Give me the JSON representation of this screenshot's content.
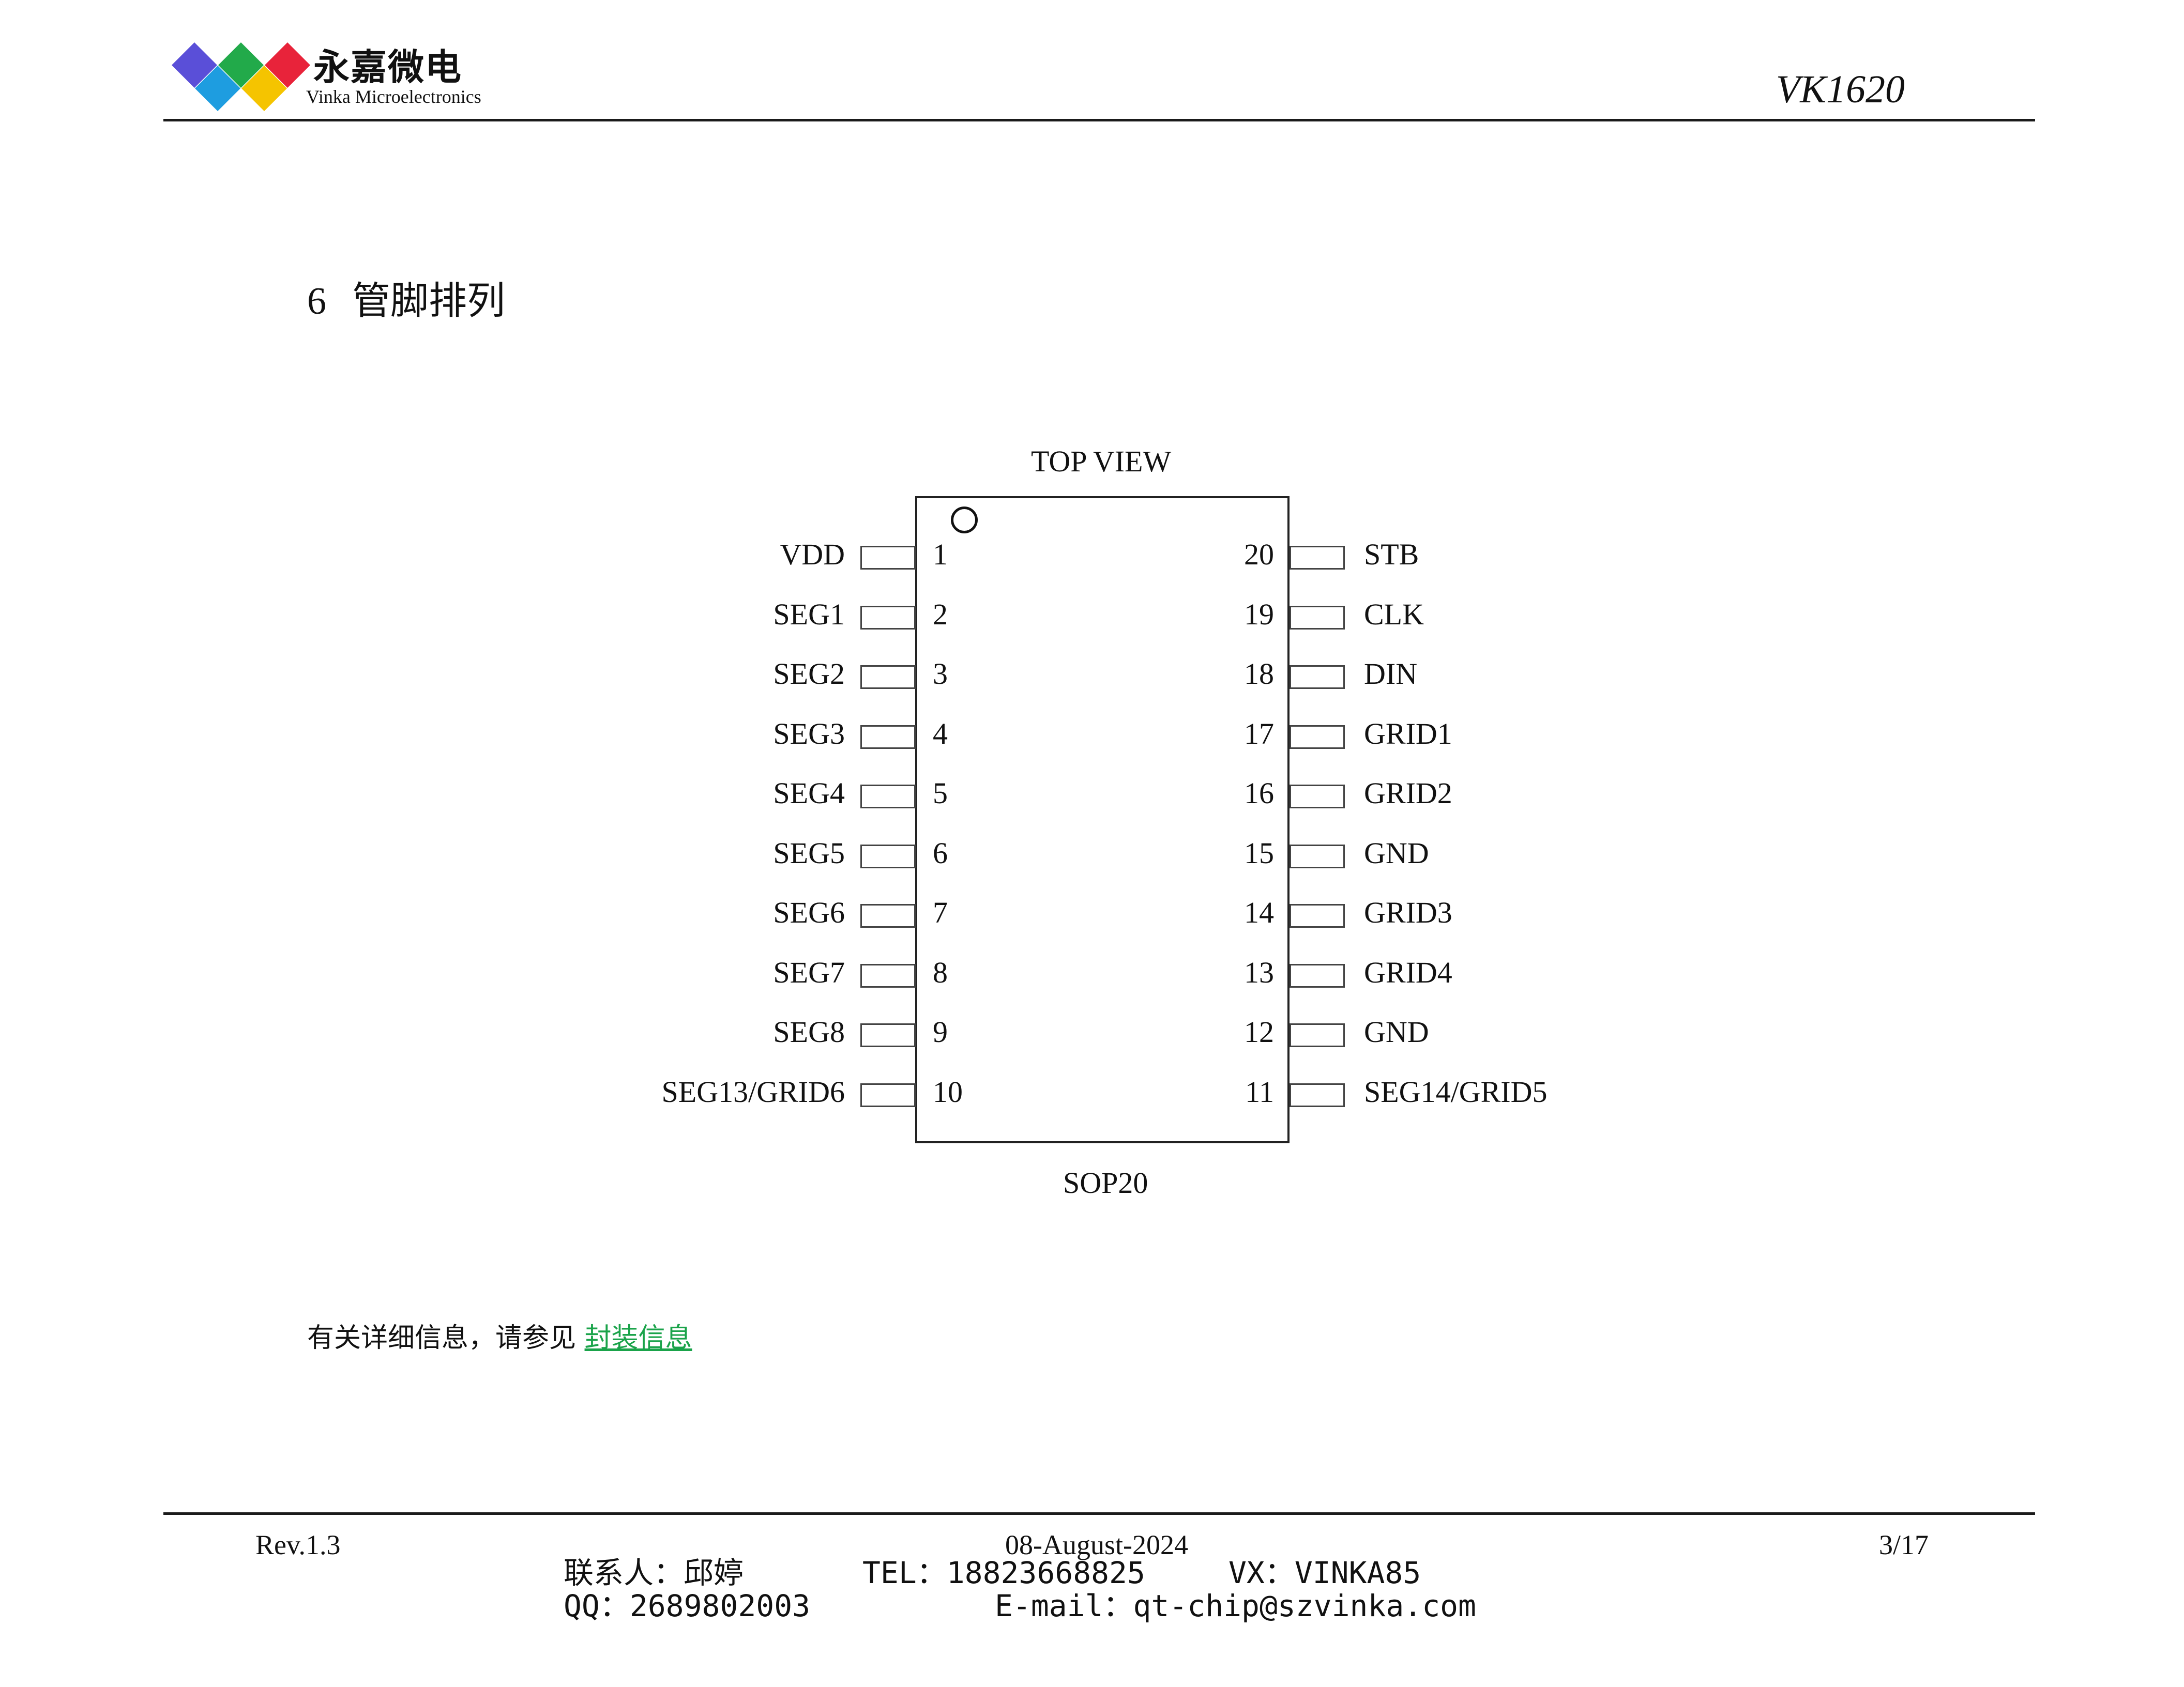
{
  "header": {
    "logo_cn": "永嘉微电",
    "logo_en": "Vinka Microelectronics",
    "doc_id": "VK1620",
    "logo_colors": [
      "#5a4fd8",
      "#22aa4a",
      "#e8233a",
      "#1e9de0",
      "#f5c400"
    ]
  },
  "section": {
    "number": "6",
    "title": "管脚排列"
  },
  "diagram": {
    "top_label": "TOP VIEW",
    "package_label": "SOP20",
    "left_pins": [
      {
        "num": "1",
        "name": "VDD"
      },
      {
        "num": "2",
        "name": "SEG1"
      },
      {
        "num": "3",
        "name": "SEG2"
      },
      {
        "num": "4",
        "name": "SEG3"
      },
      {
        "num": "5",
        "name": "SEG4"
      },
      {
        "num": "6",
        "name": "SEG5"
      },
      {
        "num": "7",
        "name": "SEG6"
      },
      {
        "num": "8",
        "name": "SEG7"
      },
      {
        "num": "9",
        "name": "SEG8"
      },
      {
        "num": "10",
        "name": "SEG13/GRID6"
      }
    ],
    "right_pins": [
      {
        "num": "20",
        "name": "STB"
      },
      {
        "num": "19",
        "name": "CLK"
      },
      {
        "num": "18",
        "name": "DIN"
      },
      {
        "num": "17",
        "name": "GRID1"
      },
      {
        "num": "16",
        "name": "GRID2"
      },
      {
        "num": "15",
        "name": "GND"
      },
      {
        "num": "14",
        "name": "GRID3"
      },
      {
        "num": "13",
        "name": "GRID4"
      },
      {
        "num": "12",
        "name": "GND"
      },
      {
        "num": "11",
        "name": "SEG14/GRID5"
      }
    ]
  },
  "note": {
    "text": "有关详细信息，请参见",
    "link_text": "封装信息",
    "link_color": "#1aa34a"
  },
  "footer": {
    "revision": "Rev.1.3",
    "date": "08-August-2024",
    "page": "3/17",
    "contact_name": "联系人：邱婷",
    "tel": "TEL：18823668825",
    "vx": "VX：VINKA85",
    "qq": "QQ：2689802003",
    "email": "E-mail：qt-chip@szvinka.com"
  }
}
